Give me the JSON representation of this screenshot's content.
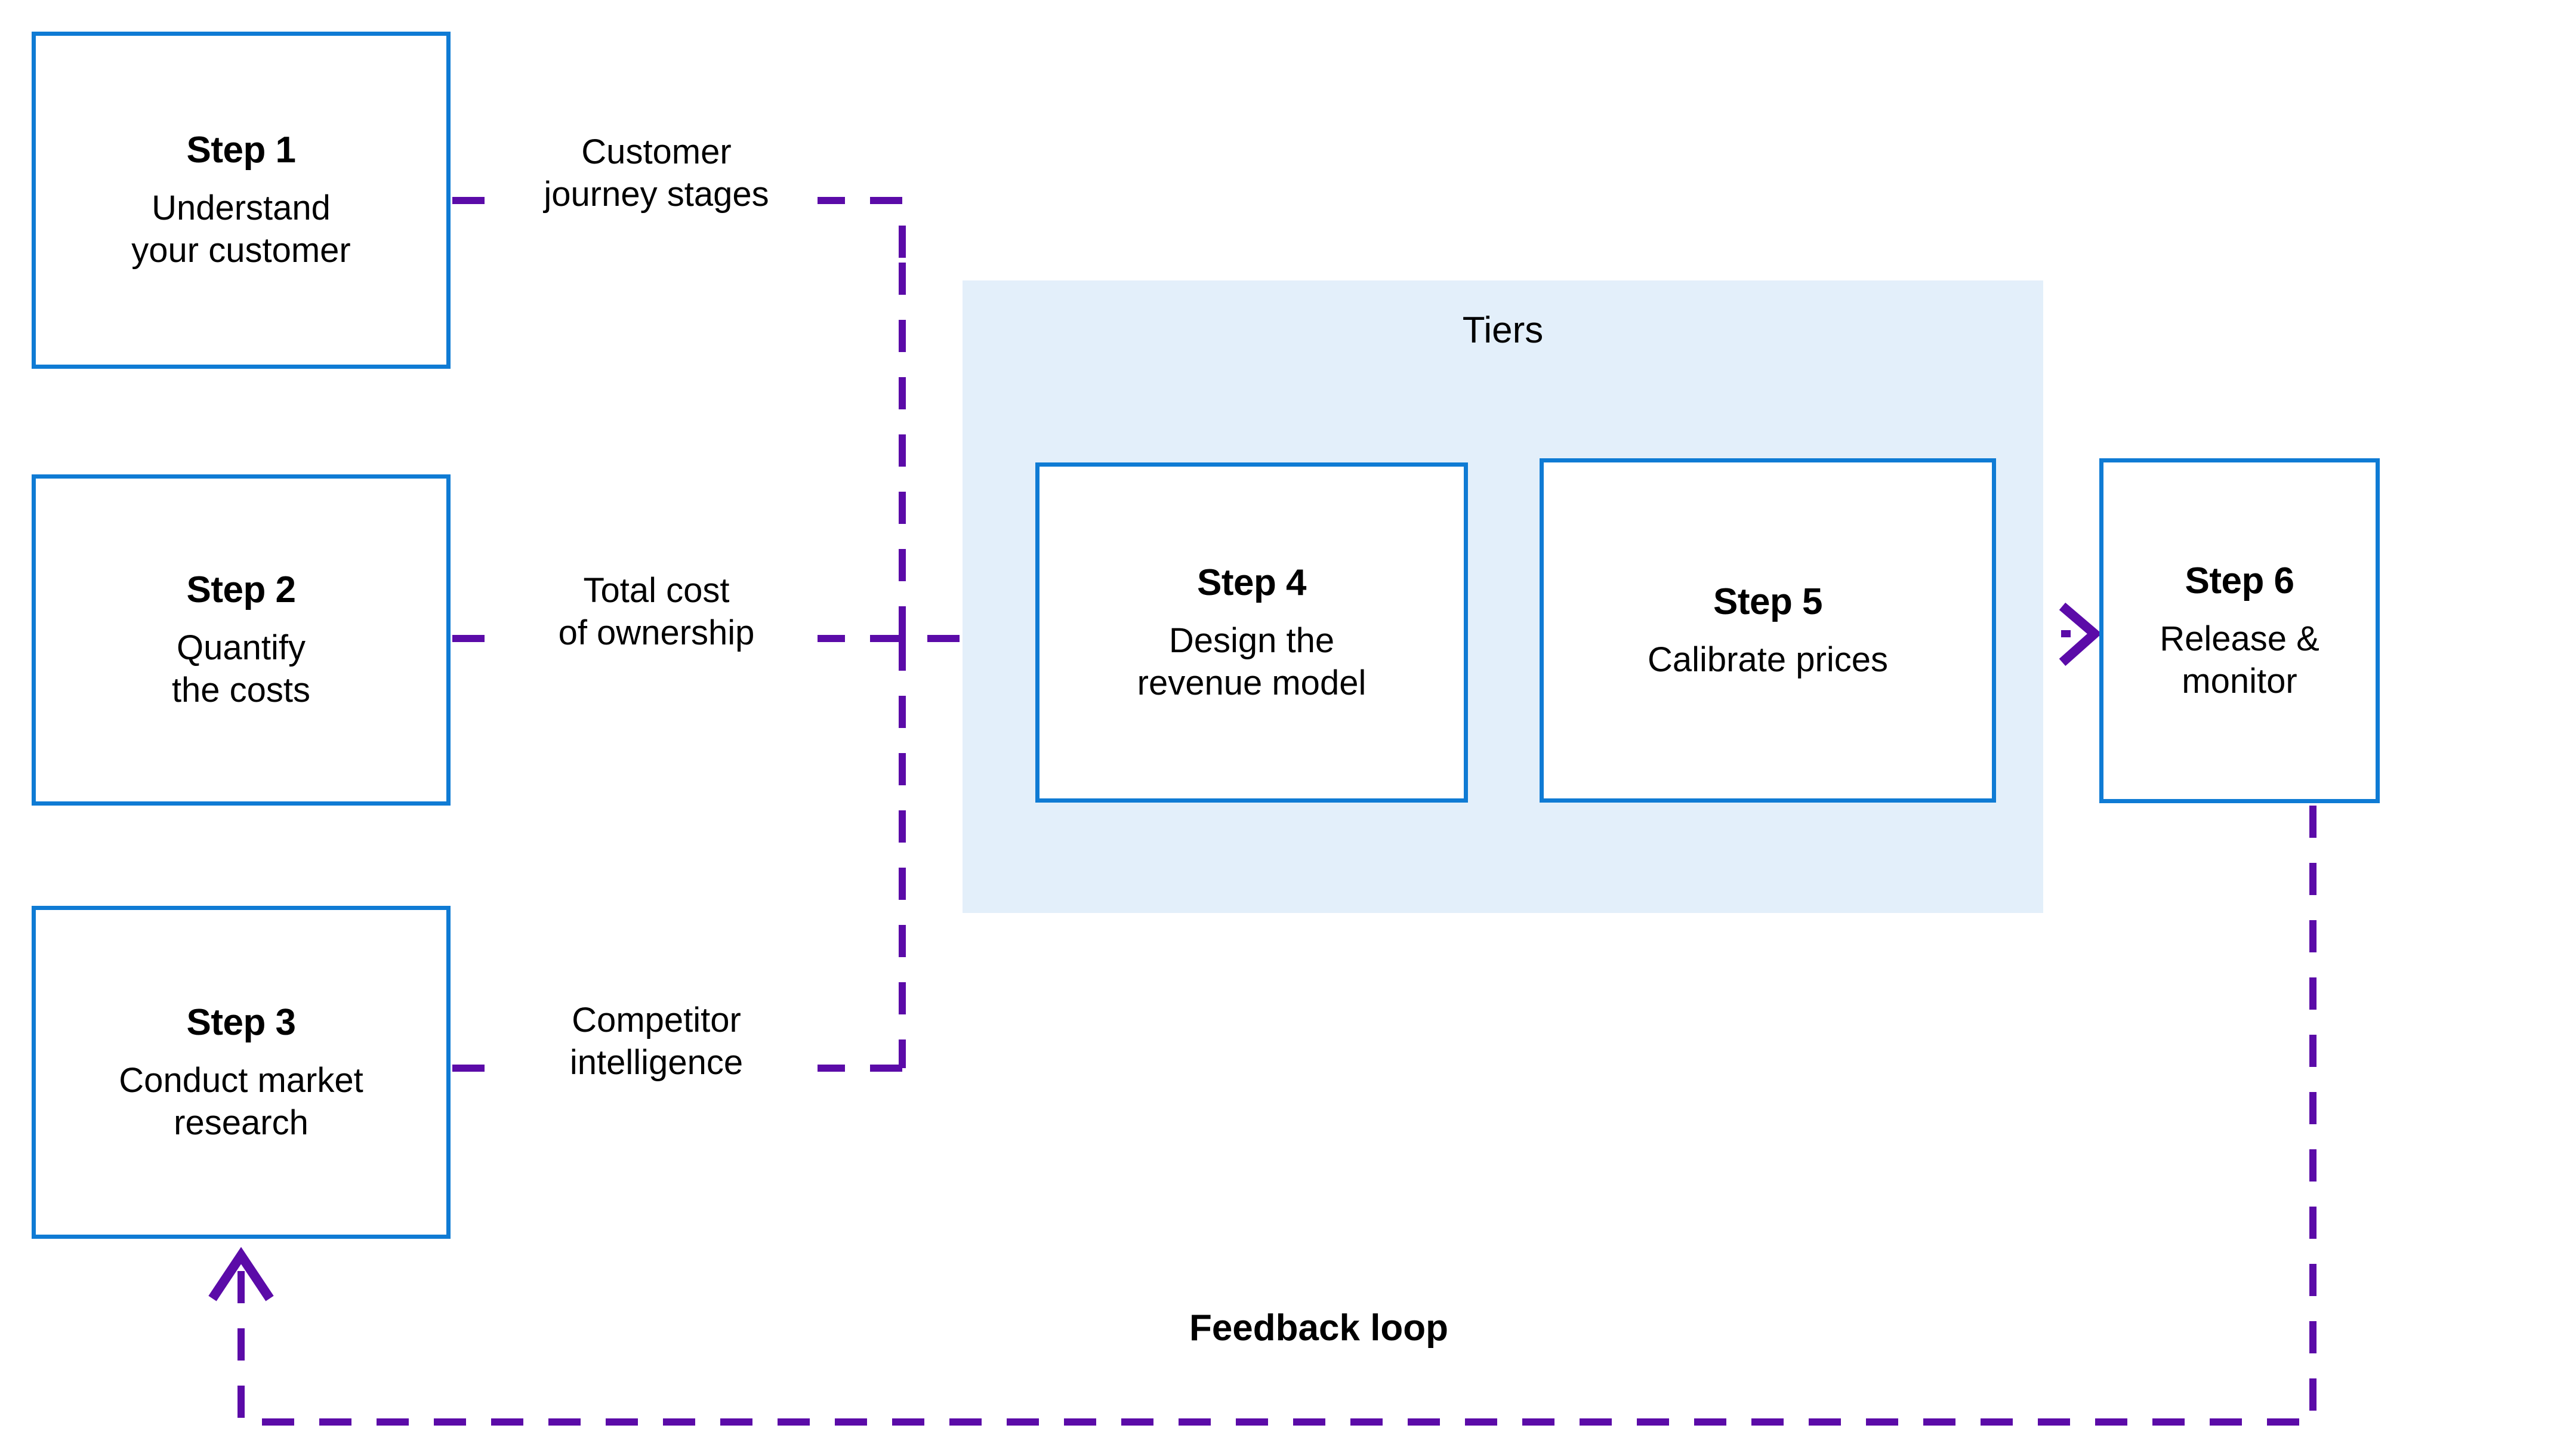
{
  "diagram": {
    "type": "flow-diagram",
    "background_color": "#FFFFFF",
    "box_border_color": "#0F7BD4",
    "connector_color": "#5B0BA8",
    "band_fill_color": "#E3EFFA",
    "steps": [
      {
        "id": "step-1",
        "title": "Step 1",
        "description": "Understand\nyour customer"
      },
      {
        "id": "step-2",
        "title": "Step 2",
        "description": "Quantify\nthe costs"
      },
      {
        "id": "step-3",
        "title": "Step 3",
        "description": "Conduct market\nresearch"
      },
      {
        "id": "step-4",
        "title": "Step 4",
        "description": "Design the\nrevenue model"
      },
      {
        "id": "step-5",
        "title": "Step 5",
        "description": "Calibrate prices"
      },
      {
        "id": "step-6",
        "title": "Step 6",
        "description": "Release &\nmonitor"
      }
    ],
    "band": {
      "label": "Tiers",
      "contains": [
        "step-4",
        "step-5"
      ]
    },
    "edge_labels": {
      "from_step_1": "Customer\njourney stages",
      "from_step_2": "Total cost\nof ownership",
      "from_step_3": "Competitor\nintelligence",
      "feedback": "Feedback loop"
    }
  }
}
